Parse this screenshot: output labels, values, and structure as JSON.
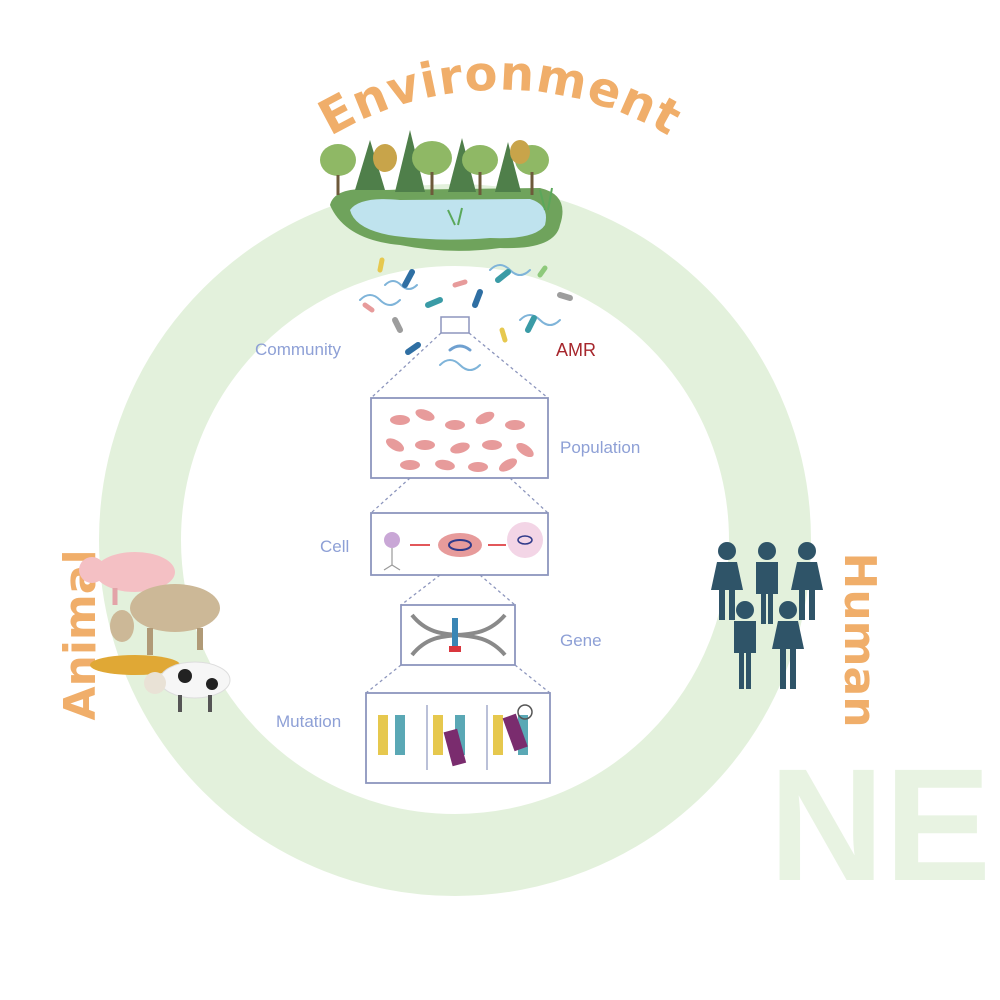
{
  "ring_labels": {
    "environment": "Environment",
    "animal": "Animal",
    "human": "Human"
  },
  "levels": {
    "community": "Community",
    "population": "Population",
    "cell": "Cell",
    "gene": "Gene",
    "mutation": "Mutation"
  },
  "amr_label": "AMR",
  "watermark": "NE",
  "colors": {
    "ring": "#e3f1dc",
    "ring_word": "#f0ae6a",
    "level_label": "#8ea0d6",
    "box_border": "#8d96bd",
    "amr": "#a6262c",
    "human_figure": "#2f5468",
    "bacteria_pink": "#e79b9b",
    "water": "#bfe3ee",
    "grass": "#5aa85a",
    "watermark": "#e8f3e2"
  },
  "icons": {
    "environment": "forest-pond-icon",
    "animal": "livestock-icon",
    "human": "people-group-icon"
  }
}
